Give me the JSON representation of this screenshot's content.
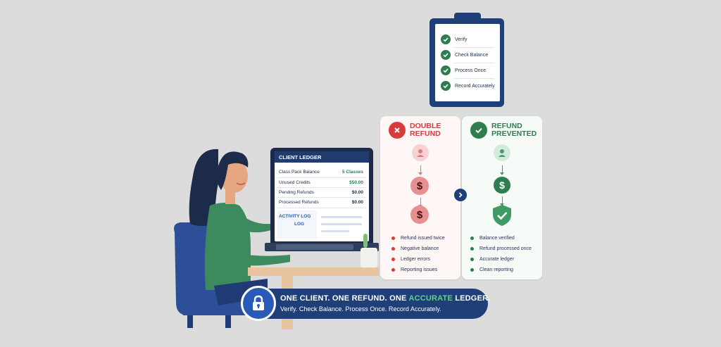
{
  "colors": {
    "navy": "#1f3f78",
    "green": "#2e7d4f",
    "red": "#d93a3a",
    "accent_green": "#5fd08f"
  },
  "checklist": {
    "icon": "check-circle-icon",
    "items": [
      "Verify",
      "Check Balance",
      "Process Once",
      "Record Accurately"
    ]
  },
  "ledger": {
    "title": "CLIENT LEDGER",
    "rows": [
      {
        "label": "Class Pack Balance",
        "value": "5 Classes"
      },
      {
        "label": "Unused Credits",
        "value": "$50.00"
      },
      {
        "label": "Pending Refunds",
        "value": "$0.00"
      },
      {
        "label": "Processed Refunds",
        "value": "$0.00"
      }
    ],
    "activity_log_label": "ACTIVITY LOG",
    "log_label": "LOG"
  },
  "double_refund": {
    "title": "DOUBLE REFUND",
    "badge_icon": "x-circle-icon",
    "items": [
      "Refund issued twice",
      "Negative balance",
      "Ledger errors",
      "Reporting issues"
    ]
  },
  "refund_prevented": {
    "title": "REFUND PREVENTED",
    "badge_icon": "check-circle-icon",
    "items": [
      "Balance verified",
      "Refund processed once",
      "Accurate ledger",
      "Clean reporting"
    ]
  },
  "banner": {
    "line1_part1": "ONE CLIENT. ONE REFUND. ONE ",
    "line1_accent": "ACCURATE",
    "line1_part2": " LEDGER.",
    "line2": "Verify. Check Balance. Process Once. Record Accurately.",
    "icon": "lock-icon"
  }
}
